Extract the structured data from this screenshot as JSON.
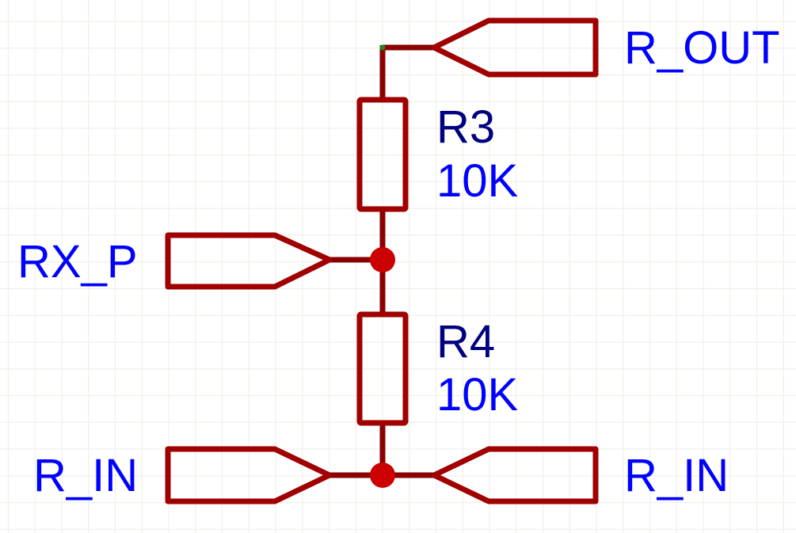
{
  "diagram": {
    "type": "schematic",
    "description": "Resistor divider",
    "colors": {
      "background": "#ffffff",
      "grid": "#f0efe9",
      "wire": "#8b0000",
      "component_outline": "#a00000",
      "junction": "#cc0000",
      "designator_text": "#000080",
      "value_text": "#0000ff",
      "net_label_text": "#0000ff",
      "pin_end_dot": "#1a8a1a"
    },
    "components": [
      {
        "id": "R3",
        "designator": "R3",
        "value": "10K",
        "type": "resistor"
      },
      {
        "id": "R4",
        "designator": "R4",
        "value": "10K",
        "type": "resistor"
      }
    ],
    "ports": [
      {
        "id": "port-r-out",
        "net": "R_OUT",
        "label": "R_OUT",
        "direction": "left"
      },
      {
        "id": "port-rx-p",
        "net": "RX_P",
        "label": "RX_P",
        "direction": "right"
      },
      {
        "id": "port-r-in-left",
        "net": "R_IN",
        "label": "R_IN",
        "direction": "right"
      },
      {
        "id": "port-r-in-right",
        "net": "R_IN",
        "label": "R_IN",
        "direction": "left"
      }
    ],
    "nets": [
      {
        "name": "R_OUT",
        "connects": [
          "R3.1",
          "port-r-out"
        ]
      },
      {
        "name": "RX_P",
        "connects": [
          "R3.2",
          "R4.1",
          "port-rx-p"
        ]
      },
      {
        "name": "R_IN",
        "connects": [
          "R4.2",
          "port-r-in-left",
          "port-r-in-right"
        ]
      }
    ],
    "junctions": [
      "RX_P",
      "R_IN"
    ]
  }
}
